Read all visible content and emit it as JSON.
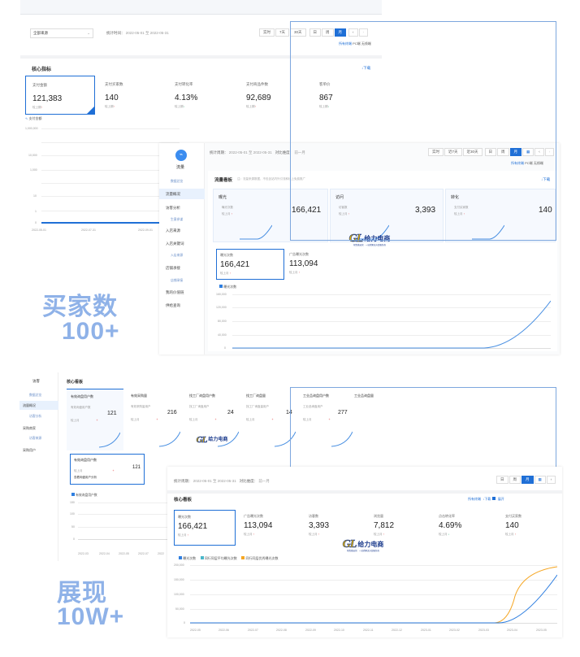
{
  "top": {
    "source_select": "全部来源",
    "stats_period_label": "统计时间：",
    "stats_period": "2022-05-01 至 2022-05-31",
    "time_buttons": [
      "实时",
      "7天",
      "30天",
      "日",
      "周",
      "月"
    ],
    "links": [
      "所有终端",
      "PC端",
      "无线端"
    ],
    "core_title": "核心指标",
    "download": "↓下载",
    "metrics": [
      {
        "title": "支付金额",
        "value": "121,383",
        "sub": "较上期",
        "change": "↑",
        "dir": "up"
      },
      {
        "title": "支付买家数",
        "value": "140",
        "sub": "较上期",
        "change": "↑",
        "dir": "up"
      },
      {
        "title": "支付转化率",
        "value": "4.13%",
        "sub": "较上期",
        "change": "↓",
        "dir": "dn"
      },
      {
        "title": "支付商品件数",
        "value": "92,689",
        "sub": "较上期",
        "change": "↑",
        "dir": "up"
      },
      {
        "title": "客单价",
        "value": "867",
        "sub": "较上期",
        "change": "↓",
        "dir": "dn"
      }
    ],
    "legend": "支付金额",
    "y_ticks": [
      "1,000,000",
      "10,000",
      "1,000",
      "10",
      "1",
      "0"
    ],
    "x_ticks": [
      "2022-05-01",
      "2022-07-31",
      "2022-09-01"
    ]
  },
  "flow": {
    "header": "流量",
    "nav": [
      "数据总览",
      "流量概况",
      "访客分析",
      "入店来源",
      "入店关键词",
      "店铺承接",
      "我的价值链",
      "供给查询"
    ],
    "nav_sub": [
      "数据总览",
      "流量概况",
      "访客分析",
      "生意参谋",
      "入店来源",
      "入店关键词",
      "店铺承接",
      "我的价值链",
      "供给查询"
    ],
    "stats_period_label": "统计周期：",
    "stats_period": "2022-05-01 至 2022-05-31",
    "compare_label": "对比维度：",
    "compare_value": "前一月",
    "time_buttons": [
      "实时",
      "近7天",
      "近30天",
      "日",
      "周",
      "月"
    ],
    "links": [
      "所有终端",
      "PC端",
      "无线端"
    ],
    "panel_title": "流量看板",
    "panel_note": "注：流量来源数据，不包含站内外引流和线上免费推广",
    "download": "↓下载",
    "stages": [
      {
        "title": "曝光",
        "metric": "曝光次数",
        "value": "166,421",
        "sub": "较上月",
        "change": "↑"
      },
      {
        "title": "访问",
        "metric": "访客数",
        "value": "3,393",
        "sub": "较上月",
        "change": "↑"
      },
      {
        "title": "转化",
        "metric": "支付买家数",
        "value": "140",
        "sub": "较上月",
        "change": "↑"
      }
    ],
    "expo": {
      "title": "曝光次数",
      "value": "166,421",
      "sub": "较上月",
      "change": "↑"
    },
    "ad": {
      "title": "广告曝光次数",
      "value": "113,094",
      "sub": "较上月",
      "change": "↑"
    },
    "legend": "曝光次数",
    "y_ticks": [
      "160,000",
      "120,000",
      "80,000",
      "40,000",
      "0"
    ]
  },
  "watermark1": {
    "line1": "买家数",
    "line2": "100+"
  },
  "watermark2": {
    "line1": "展现",
    "line2": "10W+"
  },
  "logo": {
    "gl": "GL",
    "cn": "给力电商",
    "small": "帮您做运营 · 一站式解决方案服务商"
  },
  "buyers": {
    "side_title": "访客",
    "side_items": [
      "数据总览",
      "流量概况",
      "访客分析",
      "采购商家",
      "访客来源",
      "采购用户"
    ],
    "core_title": "核心看板",
    "cards": [
      {
        "title": "有效询盘用户数",
        "sub": "有效询盘用户数",
        "value": "121",
        "change": "+",
        "compare": "较上月"
      },
      {
        "title": "有效采购量",
        "sub": "有效采购量用户",
        "value": "216",
        "change": "+",
        "compare": "较上月"
      },
      {
        "title": "找工厂询盘用户数",
        "sub": "找工厂询盘用户",
        "value": "24",
        "change": "+",
        "compare": "较上月"
      },
      {
        "title": "找工厂询盘量",
        "sub": "找工厂询盘量用户",
        "value": "14",
        "change": "+",
        "compare": "较上月"
      },
      {
        "title": "工业品询盘用户数",
        "sub": "工业品询盘用户",
        "value": "277",
        "change": "+",
        "compare": "较上月"
      },
      {
        "title": "工业品询盘量",
        "sub": "",
        "value": "",
        "change": "",
        "compare": ""
      }
    ],
    "sel_card": {
      "title": "有效询盘用户数",
      "value": "121",
      "compare": "较上月",
      "change": "+",
      "sub": "查看询盘用户分析"
    },
    "legend": "有效询盘用户数",
    "y_ticks": [
      "150",
      "100",
      "50",
      "0"
    ],
    "x_ticks": [
      "2022-03",
      "2022-04",
      "2022-05",
      "2022-07",
      "2022"
    ]
  },
  "bottom": {
    "stats_period_label": "统计周期：",
    "stats_period": "2022-05-01 至 2022-05-31",
    "compare_label": "对比维度：",
    "compare_value": "前一月",
    "time_buttons": [
      "日",
      "周",
      "月"
    ],
    "core_title": "核心看板",
    "links": [
      "所有终端",
      "↓下载",
      "展开"
    ],
    "metrics": [
      {
        "title": "曝光次数",
        "value": "166,421",
        "sub": "较上月",
        "change": "↑"
      },
      {
        "title": "广告曝光次数",
        "value": "113,094",
        "sub": "较上月",
        "change": "↑"
      },
      {
        "title": "访客数",
        "value": "3,393",
        "sub": "较上月",
        "change": "↑"
      },
      {
        "title": "浏览量",
        "value": "7,812",
        "sub": "较上月",
        "change": "↑"
      },
      {
        "title": "点击转化率",
        "value": "4.69%",
        "sub": "较上月",
        "change": "↓"
      },
      {
        "title": "支付买家数",
        "value": "140",
        "sub": "较上月",
        "change": "↑"
      }
    ],
    "legend": [
      "曝光次数",
      "同行同层平均曝光次数",
      "同行同层优秀曝光次数"
    ],
    "y_ticks": [
      "200,000",
      "150,000",
      "100,000",
      "50,000",
      "0"
    ],
    "x_ticks": [
      "2022-05",
      "2022-06",
      "2022-07",
      "2022-08",
      "2022-09",
      "2022-10",
      "2022-11",
      "2022-12",
      "2023-01",
      "2023-02",
      "2023-03",
      "2023-04",
      "2023-05"
    ]
  },
  "colors": {
    "accent": "#1f6fd6",
    "watermark": "#8fb2e8",
    "line_orange": "#f5a623",
    "line_blue": "#2f7fe0",
    "line_teal": "#4ab7c9"
  }
}
